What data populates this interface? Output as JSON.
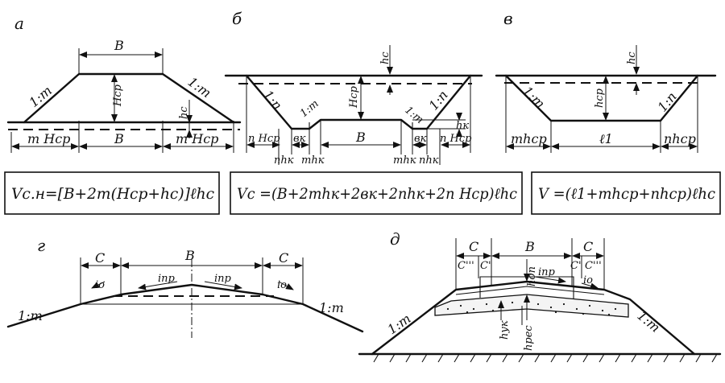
{
  "panels": {
    "a": {
      "letter": "а",
      "B_top": "B",
      "B_bottom": "B",
      "slope_left": "1:m",
      "slope_right": "1:m",
      "h_cp": "Hср",
      "h_c": "hс",
      "base_left": "m Hср",
      "base_right": "m Hср"
    },
    "b": {
      "letter": "б",
      "h_c": "hс",
      "h_cp": "Hср",
      "slope_left": "1:n",
      "slope_right": "1:n",
      "inner_left": "1:m",
      "inner_right": "1:m",
      "h_k": "hк",
      "B": "B",
      "nHcp_left": "n Hср",
      "nHcp_right": "n Hср",
      "bk_left": "вк",
      "bk_right": "вк",
      "nhk_left": "nhк",
      "mhk_left": "mhк",
      "mhk_right": "mhк",
      "nhk_right": "nhк"
    },
    "v": {
      "letter": "в",
      "h_c": "hс",
      "h_cp": "hср",
      "slope_left": "1:m",
      "slope_right": "1:n",
      "mhcp": "mhср",
      "l1": "ℓ1",
      "nhcp": "nhср"
    },
    "g": {
      "letter": "г",
      "B": "B",
      "c_left": "C",
      "c_right": "C",
      "io_left": "iо",
      "io_right": "iо",
      "inp_left": "iпр",
      "inp_right": "iпр",
      "slope_left": "1:m",
      "slope_right": "1:m"
    },
    "d": {
      "letter": "д",
      "c_left": "C",
      "B": "B",
      "c_right": "C",
      "c3_left": "C'''",
      "c1_left": "C'",
      "h_dp": "hдп",
      "c1_right": "C'",
      "c3_right": "C'''",
      "inp": "iпр",
      "io": "iо",
      "h_uk": "hук",
      "h_pec": "hрес",
      "slope_left": "1:m",
      "slope_right": "1:m"
    }
  },
  "formulas": {
    "a": "Vс.н=[B+2m(Hср+hс)]ℓhс",
    "b": "Vс =(B+2mhк+2вк+2nhк+2n Hср)ℓhс",
    "v": "V =(ℓ1+mhср+nhср)ℓhс"
  }
}
